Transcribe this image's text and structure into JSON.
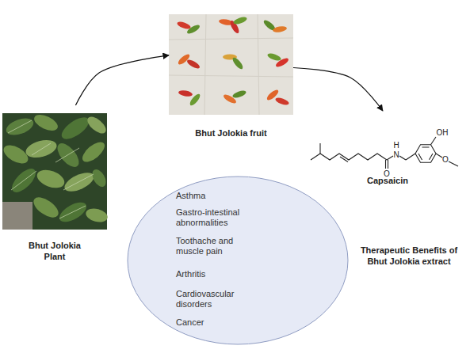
{
  "diagram": {
    "nodes": [
      {
        "text": [
          "Bhut Jolokia Plant"
        ]
      },
      {
        "text": [
          "Bhut Jolokia fruit"
        ]
      },
      {
        "text": [
          "Capsaicin"
        ]
      },
      {
        "text": [
          "Asthma",
          "Gastro-intestinal abnormalities",
          "Toothache and muscle pain",
          "Arthritis",
          "Cardiovascular disorders",
          "Cancer"
        ]
      }
    ],
    "edges": [
      {
        "from": 0,
        "to": 1,
        "arrow": "to"
      },
      {
        "from": 1,
        "to": 2,
        "arrow": "to"
      }
    ],
    "labels": [
      "OH",
      "H",
      "N",
      "O",
      "O",
      "Therapeutic Benefits of Bhut Jolokia extract"
    ]
  }
}
